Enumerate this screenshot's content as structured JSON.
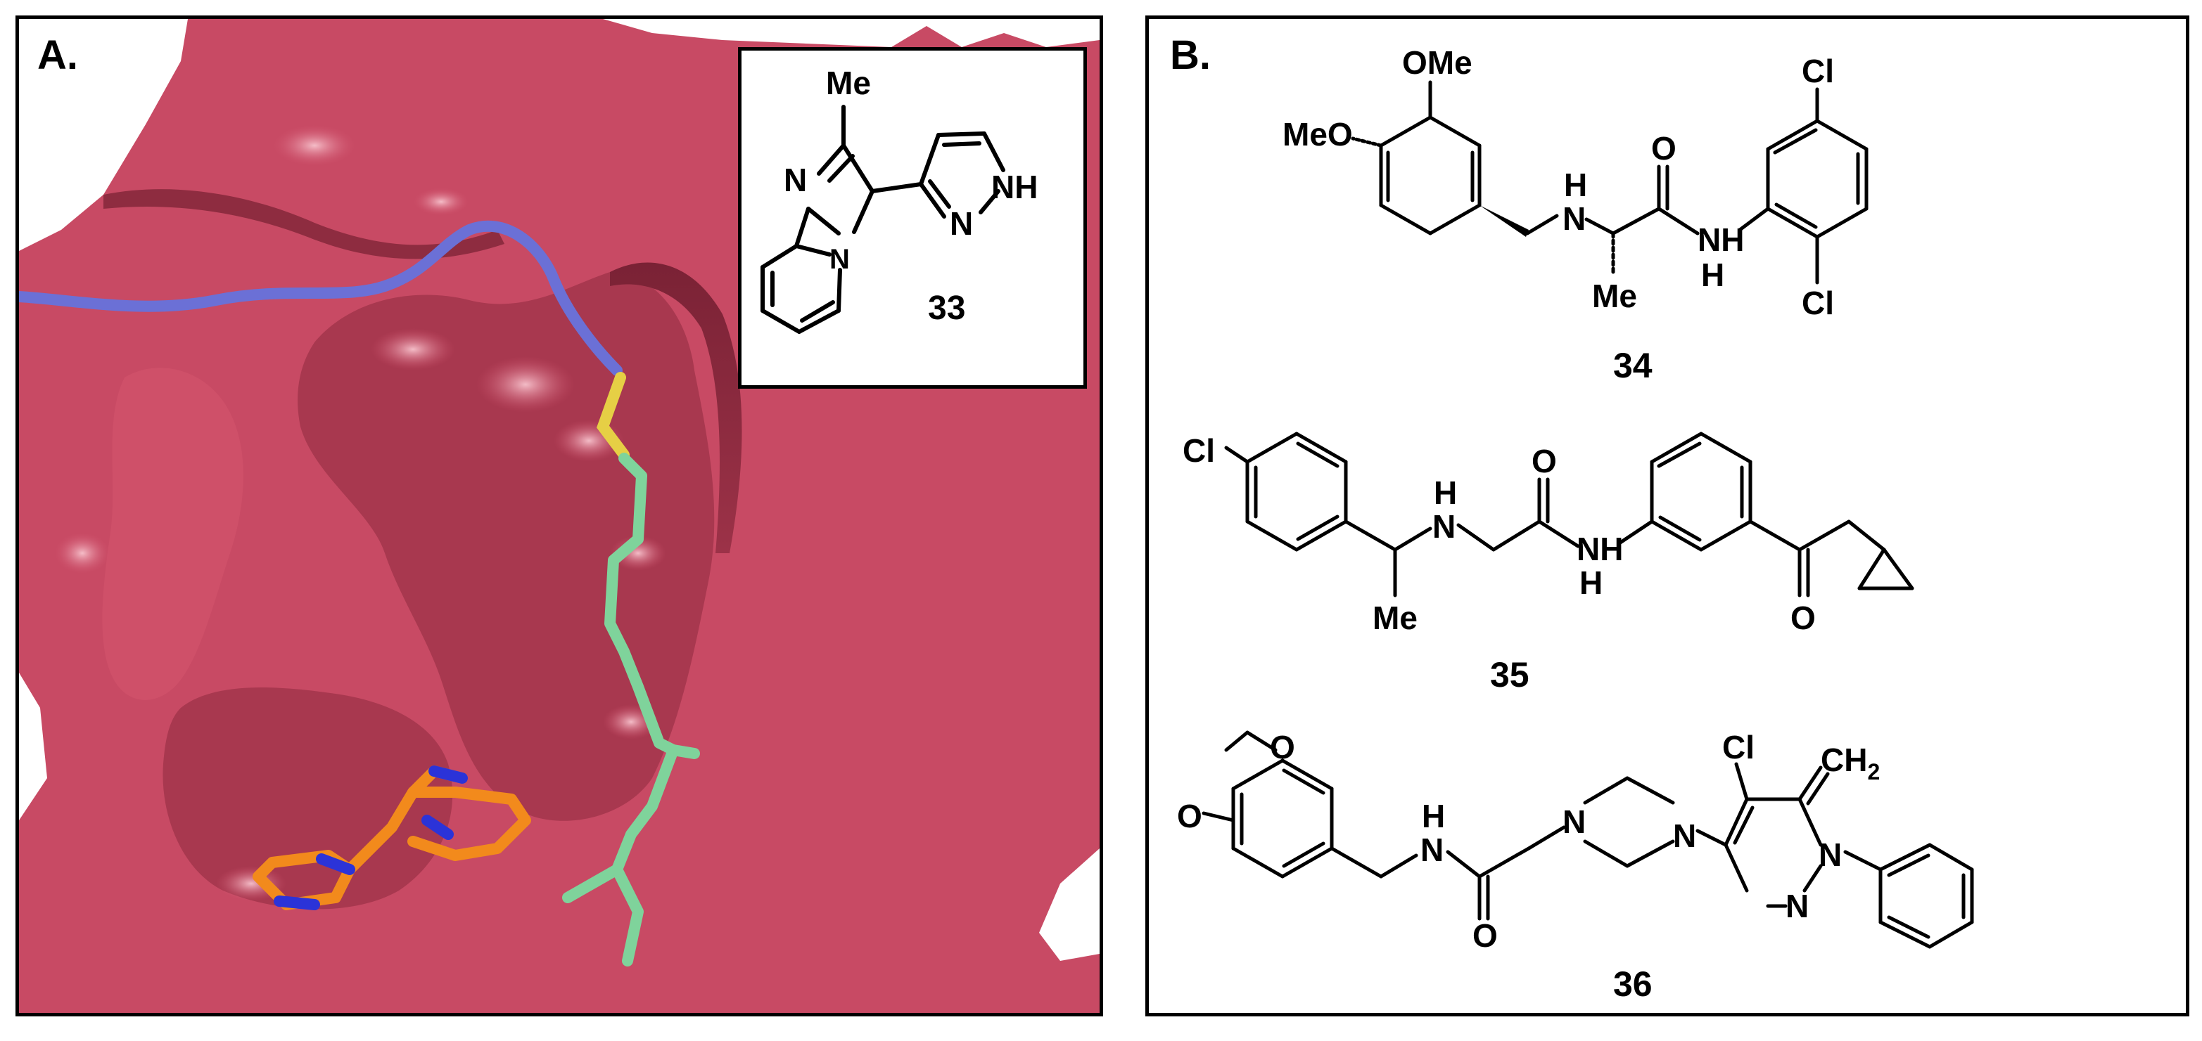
{
  "panel_a": {
    "label": "A.",
    "inset": {
      "compound_number": "33",
      "atoms": {
        "methyl": "Me",
        "n_imine": "N",
        "n_bridge": "N",
        "pyrazole_nh": "NH",
        "pyrazole_n": "N"
      }
    },
    "colors": {
      "surface": "#cf4f69",
      "surface_dark": "#8e2c40",
      "surface_highlight": "#f2a7b5",
      "ribbon": "#7479dc",
      "chain": "#7fd39b",
      "sulfur": "#e6cf45",
      "ligand": "#f28a1c",
      "nitrogen": "#2b33d8"
    }
  },
  "panel_b": {
    "label": "B.",
    "compounds": [
      {
        "number": "34",
        "atoms": {
          "ome_top": "OMe",
          "meo_left": "MeO",
          "nh_amine_h": "H",
          "nh_amine_n": "N",
          "carbonyl_o": "O",
          "me": "Me",
          "nh_amide_n": "NH",
          "nh_amide_h": "H",
          "cl_top": "Cl",
          "cl_bottom": "Cl"
        }
      },
      {
        "number": "35",
        "atoms": {
          "cl": "Cl",
          "nh_amine_h": "H",
          "nh_amine_n": "N",
          "carbonyl_o": "O",
          "nh_amide_n": "NH",
          "nh_amide_h": "H",
          "me": "Me",
          "ketone_o": "O"
        }
      },
      {
        "number": "36",
        "atoms": {
          "o_top": "O",
          "o_bottom": "O",
          "nh_h": "H",
          "nh_n": "N",
          "carbonyl_o": "O",
          "pip_n1": "N",
          "pip_n2": "N",
          "cl": "Cl",
          "ch2": "CH",
          "ch2_sub": "2",
          "pyridazine_n1": "N",
          "pyridazine_n2": "N"
        }
      }
    ]
  }
}
